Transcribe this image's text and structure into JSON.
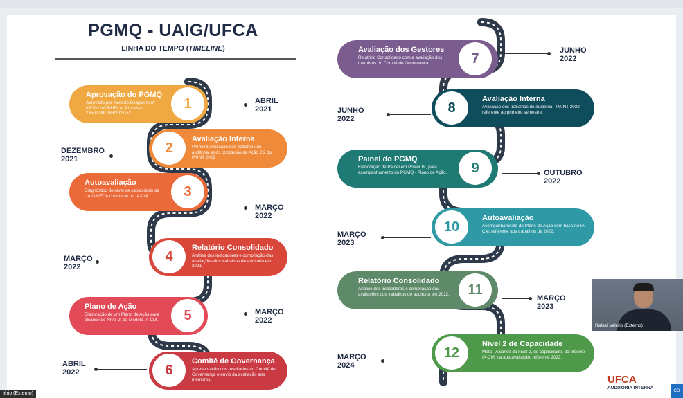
{
  "title": "PGMQ - UAIG/UFCA",
  "subtitle": "LINHA DO TEMPO (TIMELINE)",
  "items": [
    {
      "num": "1",
      "heading": "Aprovação do PGMQ",
      "desc": "Aprovado por meio do Despacho nº 09/2021/GR/UFCA, Processo 23507.001086/2021-52",
      "date": [
        "ABRIL",
        "2021"
      ],
      "color": "#f0a843"
    },
    {
      "num": "2",
      "heading": "Avaliação Interna",
      "desc": "Primeira Avaliação dos trabalhos de auditoria, após conclusão da Ação 2.2 do PAINT 2021",
      "date": [
        "DEZEMBRO",
        "2021"
      ],
      "color": "#ef8a3b"
    },
    {
      "num": "3",
      "heading": "Autoavaliação",
      "desc": "Diagnóstico do nível de capacidade da UAIG/UFCA com base no IA-CM.",
      "date": [
        "MARÇO",
        "2022"
      ],
      "color": "#ea6a3a"
    },
    {
      "num": "4",
      "heading": "Relatório Consolidado",
      "desc": "Análise dos indicadores e compilação das avaliações dos trabalhos de auditoria em 2021.",
      "date": [
        "MARÇO",
        "2022"
      ],
      "color": "#d9473b"
    },
    {
      "num": "5",
      "heading": "Plano de Ação",
      "desc": "Elaboração de um Plano de Ação para alcance do Nível 2, do Modelo IA-CM.",
      "date": [
        "MARÇO",
        "2022"
      ],
      "color": "#e24a57"
    },
    {
      "num": "6",
      "heading": "Comitê de Governança",
      "desc": "Apresentação dos resultados ao Comitê de Governança e envio da avaliação aos membros.",
      "date": [
        "ABRIL",
        "2022"
      ],
      "color": "#c93a42"
    },
    {
      "num": "7",
      "heading": "Avaliação dos Gestores",
      "desc": "Relatório Consolidado com a avaliação dos membros do Comitê de Governança.",
      "date": [
        "JUNHO",
        "2022"
      ],
      "color": "#7b5c8f"
    },
    {
      "num": "8",
      "heading": "Avaliação Interna",
      "desc": "Avaliação dos trabalhos de auditoria - PAINT 2022, referente ao primeiro semestre.",
      "date": [
        "JUNHO",
        "2022"
      ],
      "color": "#0f4c5c"
    },
    {
      "num": "9",
      "heading": "Painel do PGMQ",
      "desc": "Elaboração de Painel em Power BI, para acompanhamento do PGMQ - Plano de Ação.",
      "date": [
        "OUTUBRO",
        "2022"
      ],
      "color": "#1f7a73"
    },
    {
      "num": "10",
      "heading": "Autoavaliação",
      "desc": "Acompanhamento do Plano de Ação com base no IA-CM, referente aos trabalhos de 2022.",
      "date": [
        "MARÇO",
        "2023"
      ],
      "color": "#2f9aa6"
    },
    {
      "num": "11",
      "heading": "Relatório Consolidado",
      "desc": "Análise dos indicadores e compilação das avaliações dos trabalhos de auditoria em 2022.",
      "date": [
        "MARÇO",
        "2023"
      ],
      "color": "#5e8a6a"
    },
    {
      "num": "12",
      "heading": "Nível 2 de Capacidade",
      "desc": "Meta - Alcance do nível 2, de capacidade, do Modelo IA-CM, na autoavaliação, referente 2023.",
      "date": [
        "MARÇO",
        "2024"
      ],
      "color": "#4e9a4a"
    }
  ],
  "webcam": {
    "name": "Rafael Valério (Externo)"
  },
  "badge": "lério (Externo)",
  "logo": {
    "brand": "UFCA",
    "sub": "AUDITORIA INTERNA"
  },
  "edge_button": "CO"
}
